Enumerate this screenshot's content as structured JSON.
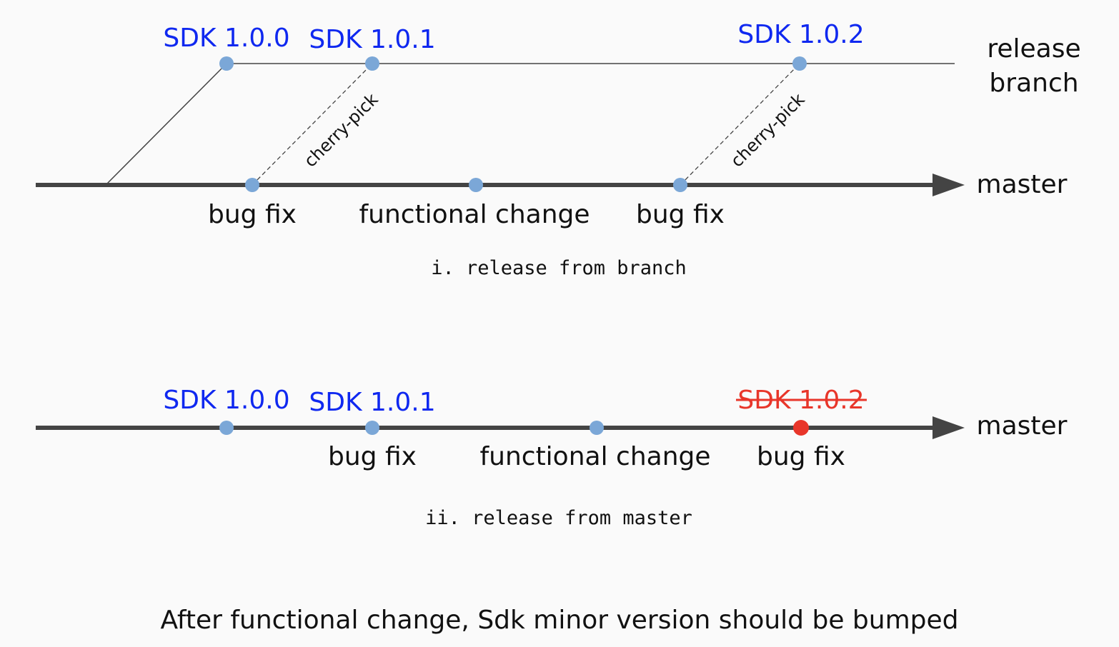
{
  "diagram_1": {
    "release_branch_label": [
      "release",
      "branch"
    ],
    "master_label": "master",
    "versions": [
      "SDK 1.0.0",
      "SDK 1.0.1",
      "SDK 1.0.2"
    ],
    "commits": [
      "bug fix",
      "functional change",
      "bug fix"
    ],
    "cherry_pick": "cherry-pick",
    "caption": "i. release from branch"
  },
  "diagram_2": {
    "master_label": "master",
    "versions": [
      "SDK 1.0.0",
      "SDK 1.0.1",
      "SDK 1.0.2"
    ],
    "invalid_version": "SDK 1.0.2",
    "commits": [
      "bug fix",
      "functional change",
      "bug fix"
    ],
    "caption": "ii. release from master"
  },
  "footer": "After functional change, Sdk minor version should be bumped",
  "colors": {
    "dot": "#7ba7d7",
    "invalid": "#e8362a",
    "version": "#0f28f0",
    "line": "#444444"
  }
}
